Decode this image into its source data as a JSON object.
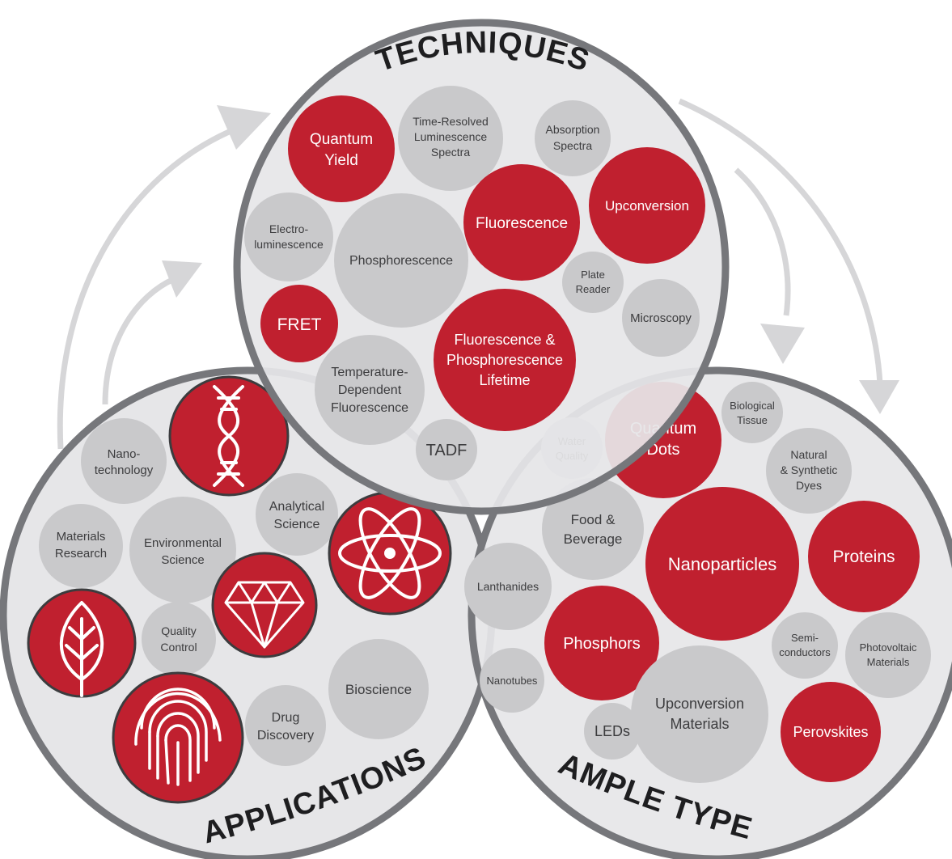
{
  "colors": {
    "red": "#c0202f",
    "gray": "#c9c9cb",
    "ring": "#76777b",
    "panel": "#e6e6e8",
    "arrow": "#d6d6d8",
    "text_dark": "#3c3c3e",
    "text_light": "#ffffff"
  },
  "titles": {
    "techniques": "TECHNIQUES",
    "applications": "APPLICATIONS",
    "sample_types": "SAMPLE TYPES"
  },
  "techniques": {
    "quantum_yield": "Quantum Yield",
    "time_resolved": "Time-Resolved Luminescence Spectra",
    "absorption": "Absorption Spectra",
    "electroluminescence": "Electro- luminescence",
    "phosphorescence": "Phosphorescence",
    "fluorescence": "Fluorescence",
    "upconversion": "Upconversion",
    "plate_reader": "Plate Reader",
    "microscopy": "Microscopy",
    "fret": "FRET",
    "lifetime": "Fluorescence & Phosphorescence Lifetime",
    "temperature": "Temperature- Dependent Fluorescence",
    "tadf": "TADF"
  },
  "applications": {
    "nanotechnology": "Nano- technology",
    "materials_research": "Materials Research",
    "environmental": "Environmental Science",
    "analytical": "Analytical Science",
    "quality_control": "Quality Control",
    "bioscience": "Bioscience",
    "drug_discovery": "Drug Discovery",
    "icons": [
      "dna-icon",
      "atom-icon",
      "diamond-icon",
      "leaf-icon",
      "fingerprint-icon"
    ]
  },
  "sample_types": {
    "water_quality": "Water Quality",
    "quantum_dots": "Quantum Dots",
    "biological_tissue": "Biological Tissue",
    "dyes": "Natural & Synthetic Dyes",
    "food": "Food & Beverage",
    "lanthanides": "Lanthanides",
    "nanoparticles": "Nanoparticles",
    "proteins": "Proteins",
    "phosphors": "Phosphors",
    "semiconductors": "Semi- conductors",
    "photovoltaic": "Photovoltaic Materials",
    "nanotubes": "Nanotubes",
    "leds": "LEDs",
    "upconversion_materials": "Upconversion Materials",
    "perovskites": "Perovskites"
  }
}
